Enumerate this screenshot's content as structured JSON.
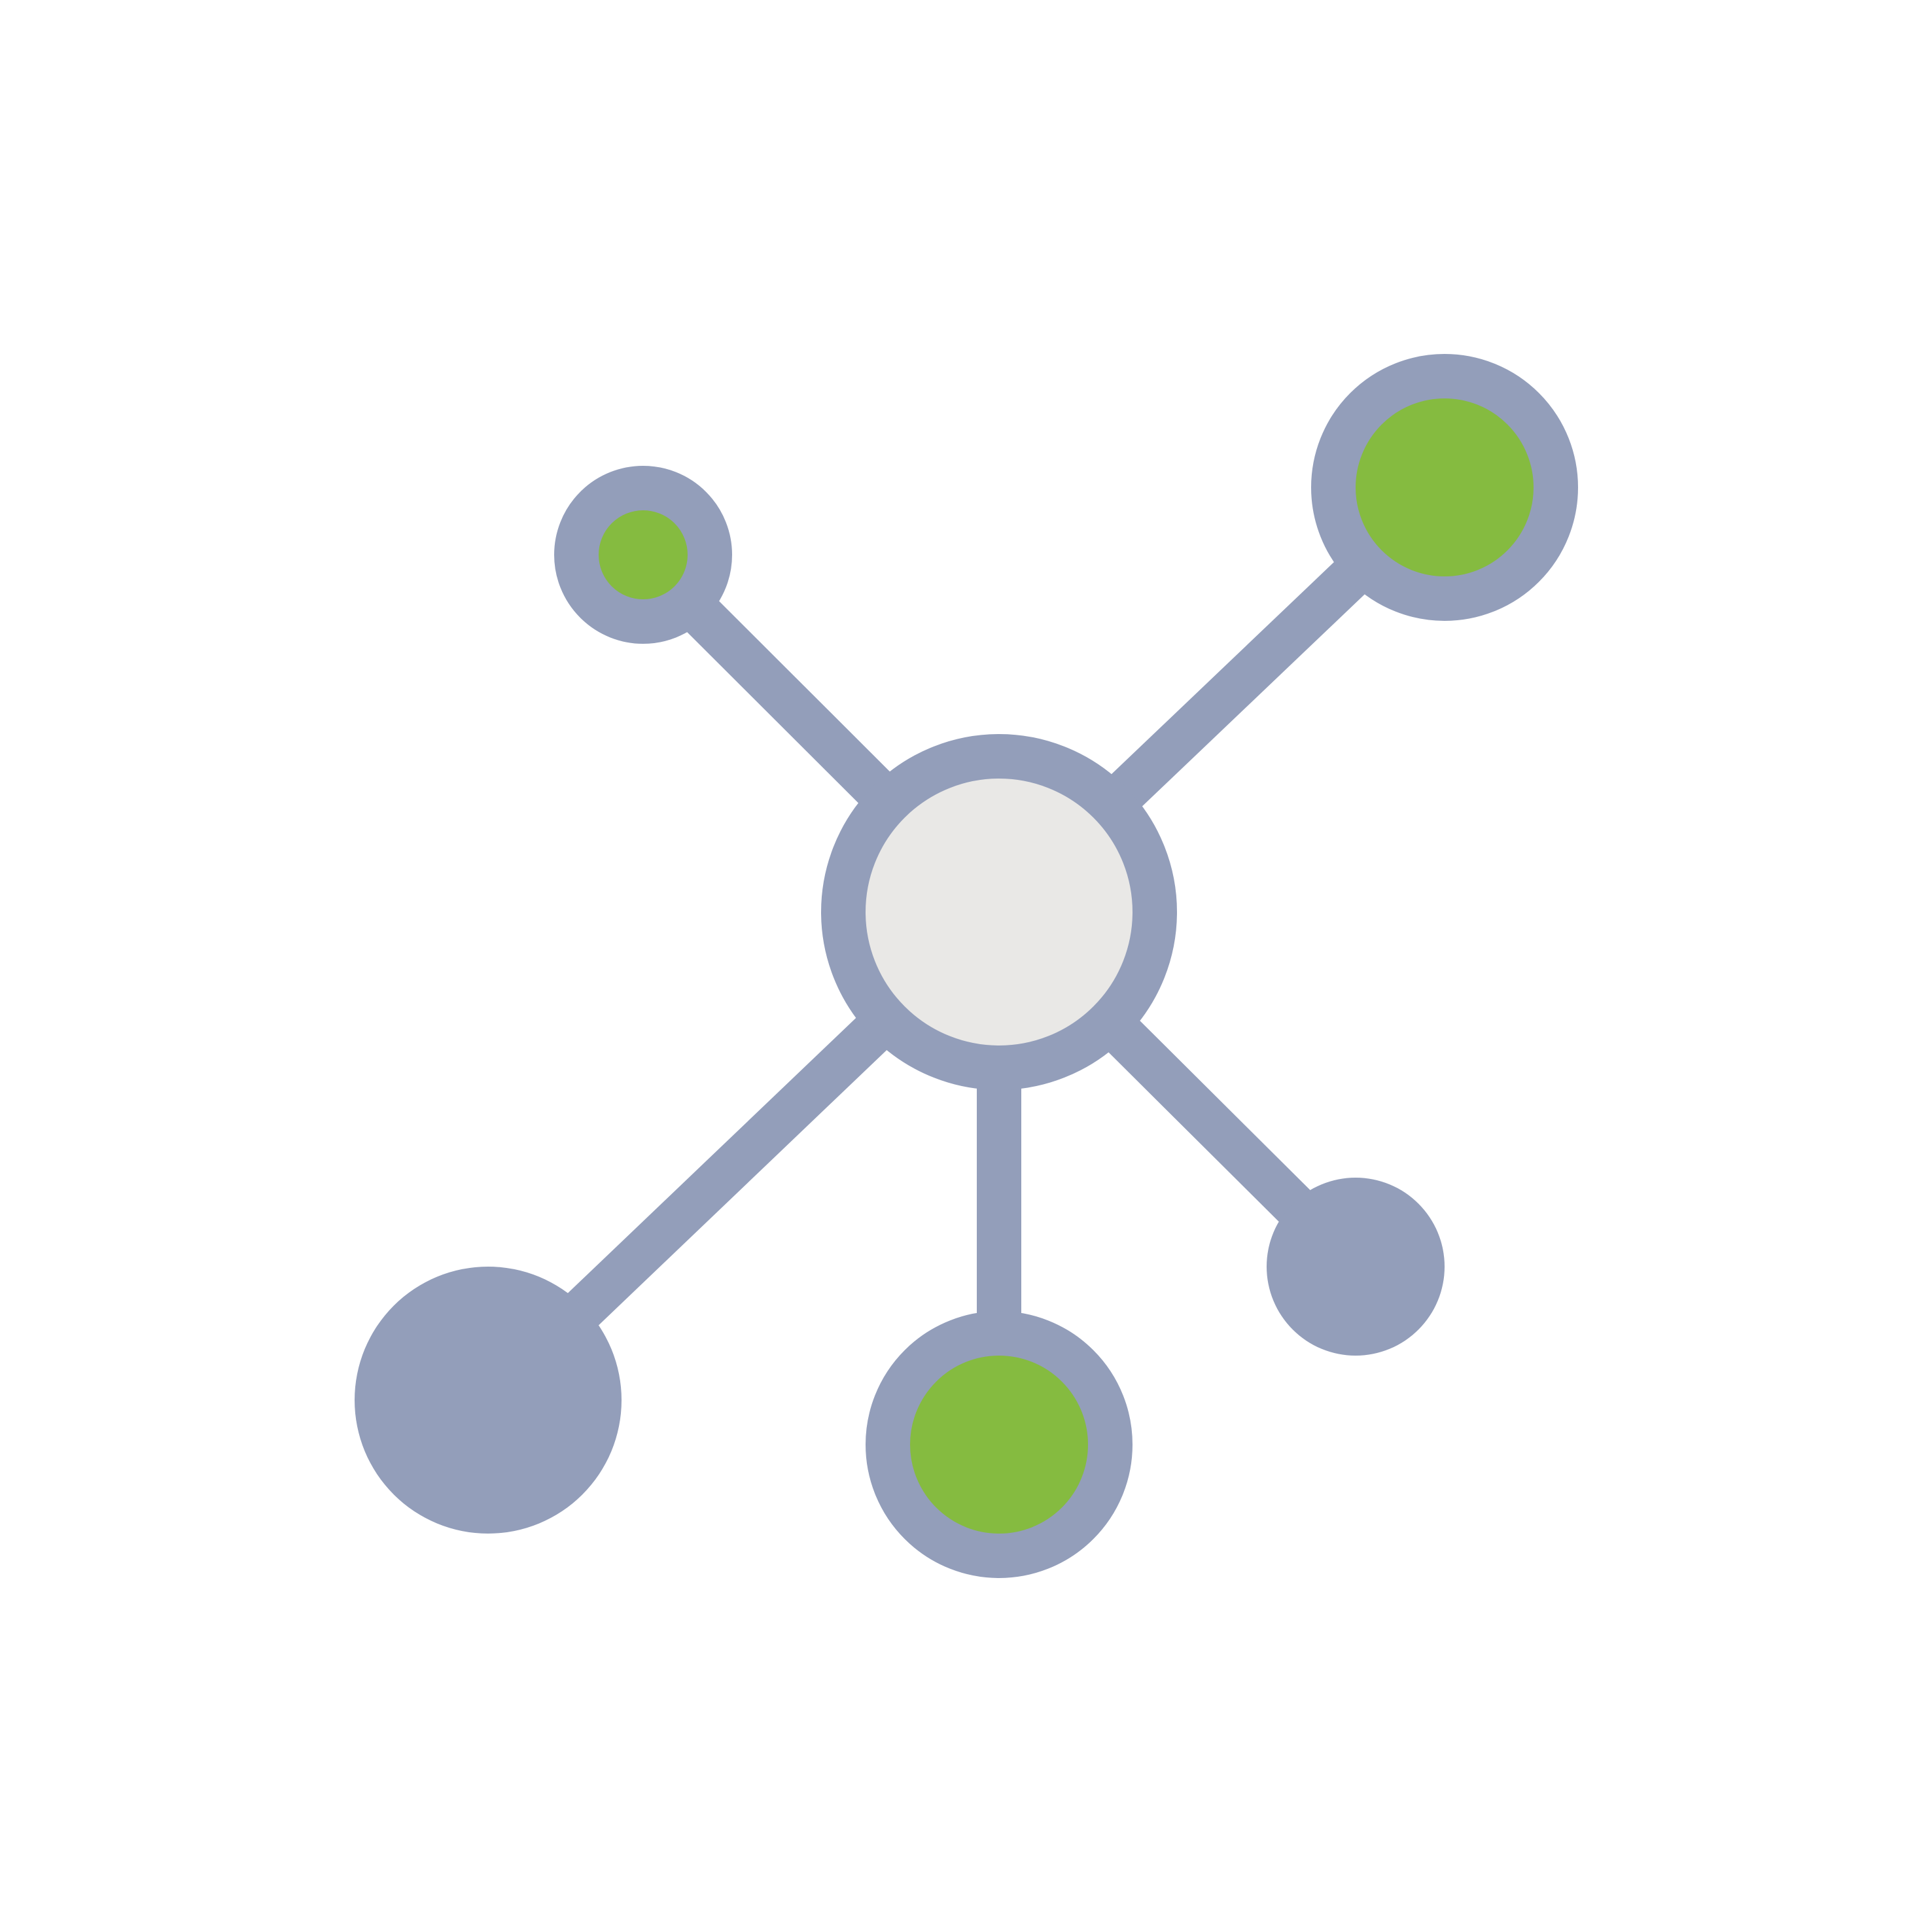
{
  "icon": {
    "name": "network-hub-icon",
    "colors": {
      "background": "#ffffff",
      "stroke": "#939EBA",
      "hub_fill": "#E9E8E6",
      "accent_fill": "#85BB40"
    },
    "nodes": [
      {
        "name": "hub-node",
        "fill": "hub_fill"
      },
      {
        "name": "top-left-node",
        "fill": "accent_fill"
      },
      {
        "name": "top-right-node",
        "fill": "accent_fill"
      },
      {
        "name": "bottom-center-node",
        "fill": "accent_fill"
      },
      {
        "name": "bottom-left-node",
        "fill": "stroke"
      },
      {
        "name": "bottom-right-node",
        "fill": "stroke"
      }
    ]
  }
}
